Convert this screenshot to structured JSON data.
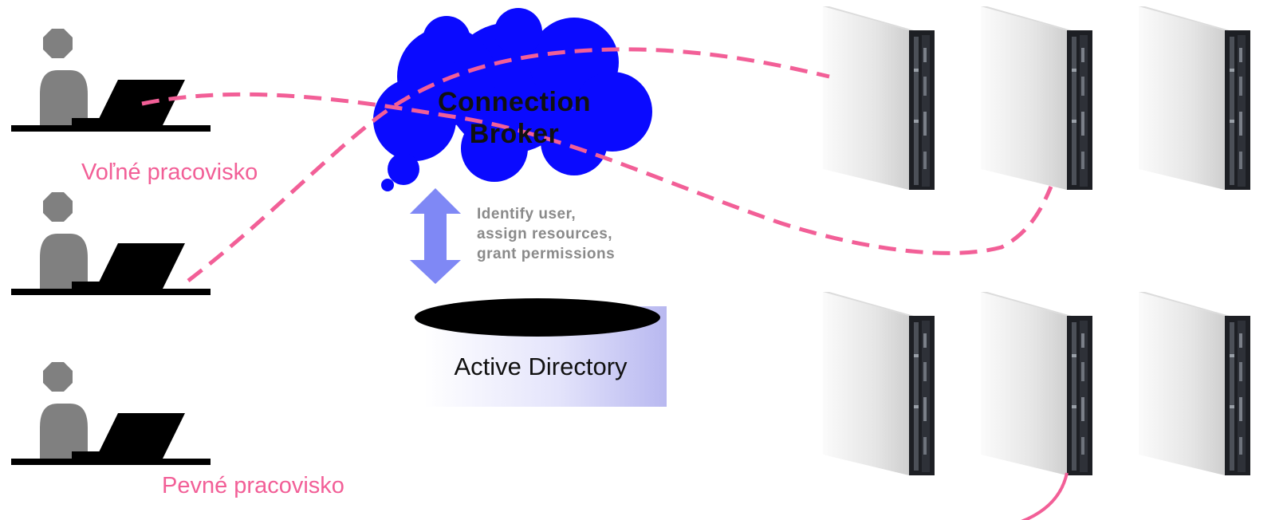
{
  "workstations": {
    "free_label": "Voľné pracovisko",
    "fixed_label": "Pevné pracovisko"
  },
  "broker": {
    "line1": "Connection",
    "line2": "Broker"
  },
  "auth_note": {
    "line1": "Identify user,",
    "line2": "assign resources,",
    "line3": "grant permissions"
  },
  "directory": {
    "label": "Active Directory"
  },
  "colors": {
    "connection": "#f25f97",
    "cloud": "#0a0aff",
    "arrow": "#7f88f5",
    "user": "#808080",
    "label_pink": "#f25f97",
    "note_gray": "#8a8a8a"
  },
  "icons": [
    "user-icon",
    "laptop-icon",
    "cloud-shape",
    "double-arrow-icon",
    "database-icon",
    "server-icon"
  ]
}
